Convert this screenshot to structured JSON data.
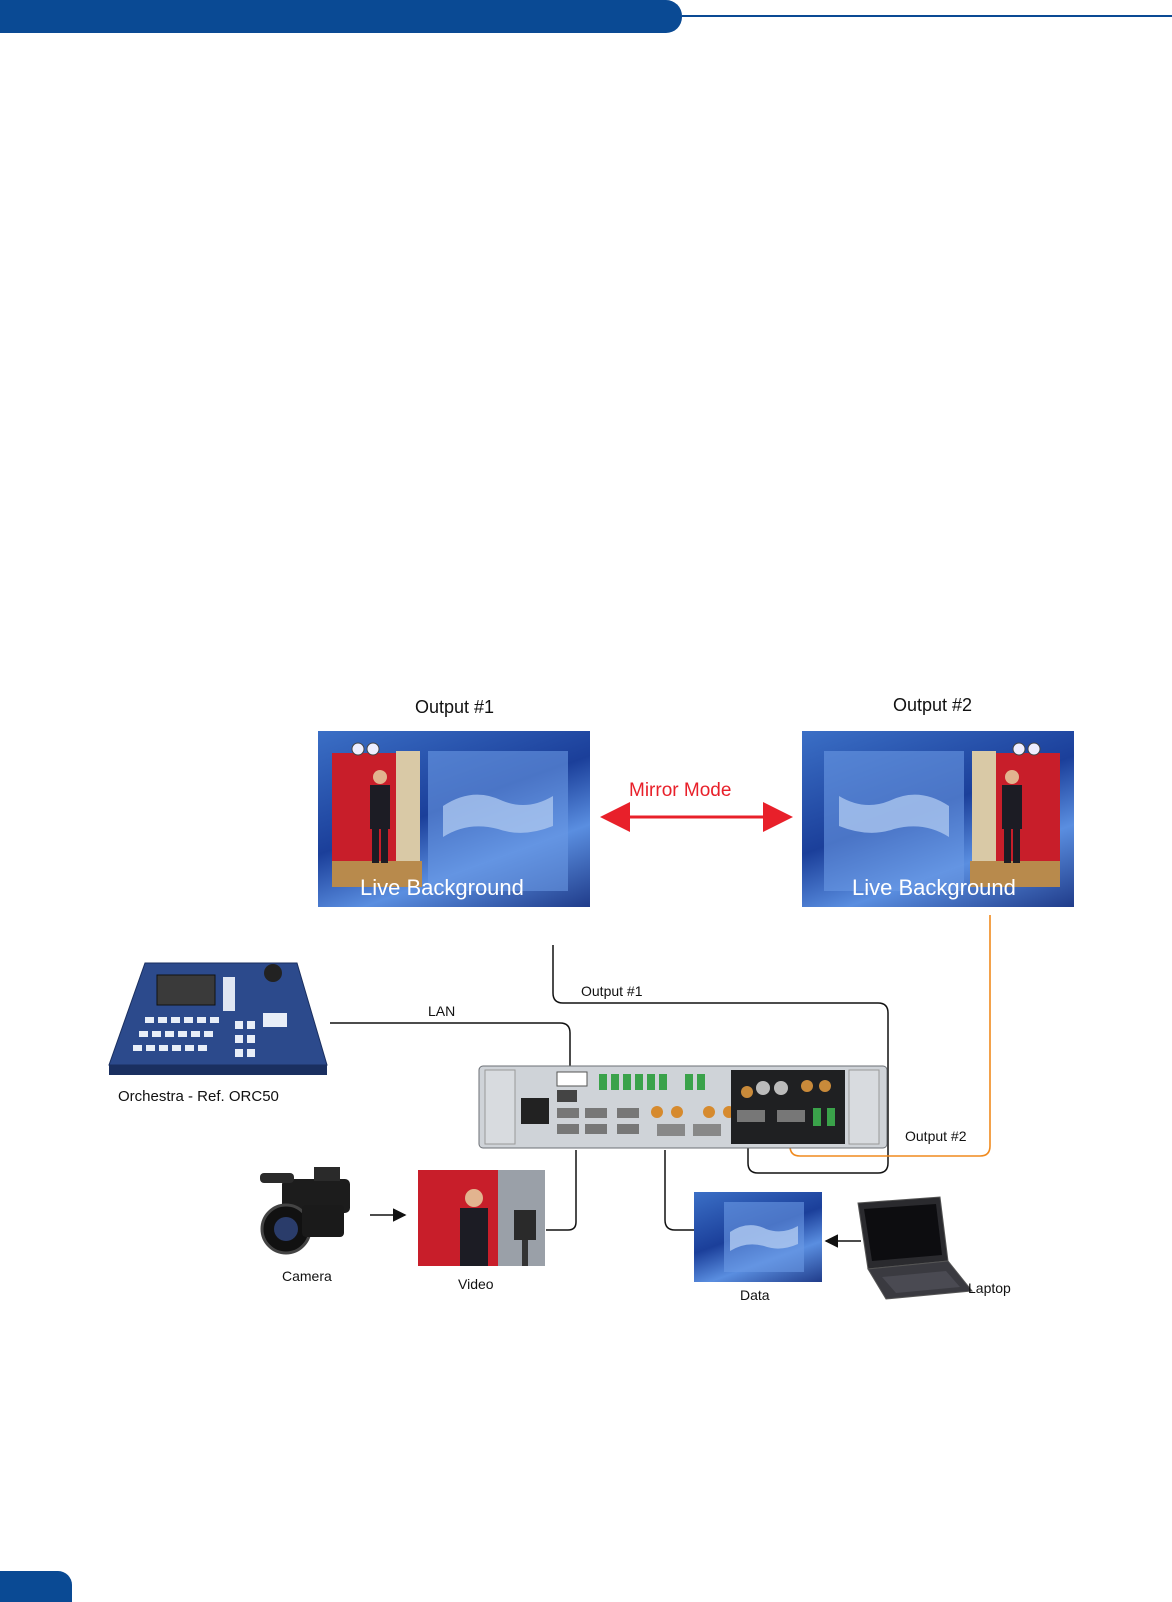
{
  "diagram": {
    "output1_title": "Output #1",
    "output2_title": "Output #2",
    "screen1_caption": "Live Background",
    "screen2_caption": "Live Background",
    "mirror_label": "Mirror Mode",
    "lan_label": "LAN",
    "cable_output1_label": "Output #1",
    "cable_output2_label": "Output #2",
    "console_label": "Orchestra - Ref. ORC50",
    "camera_label": "Camera",
    "video_label": "Video",
    "data_label": "Data",
    "laptop_label": "Laptop"
  },
  "colors": {
    "header_blue": "#0a4a94",
    "mirror_red": "#e8202a",
    "output2_cable": "#f08a1e",
    "cable_black": "#111111"
  }
}
